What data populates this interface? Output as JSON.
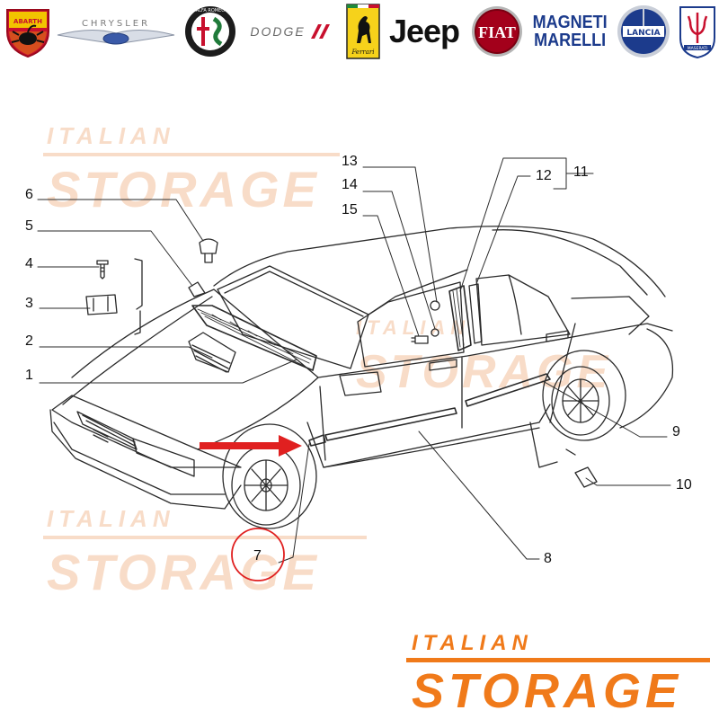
{
  "brands": {
    "abarth": "ABARTH",
    "chrysler": "CHRYSLER",
    "alfa_romeo": "ALFA ROMEO",
    "dodge": "DODGE",
    "ferrari": "Ferrari",
    "jeep": "Jeep",
    "fiat": "FIAT",
    "magneti_line1": "MAGNETI",
    "magneti_line2": "MARELLI",
    "lancia": "LANCIA",
    "maserati": "MASERATI"
  },
  "callouts": [
    "1",
    "2",
    "3",
    "4",
    "5",
    "6",
    "7",
    "8",
    "9",
    "10",
    "11",
    "12",
    "13",
    "14",
    "15"
  ],
  "highlighted_part": "7",
  "watermark": {
    "line1": "ITALIAN",
    "line2": "STORAGE"
  },
  "footer_logo": {
    "line1": "ITALIAN",
    "line2": "STORAGE"
  },
  "colors": {
    "brand_orange": "#f07a1a",
    "watermark_tint": "#f8dcc8",
    "highlight_red": "#e02020",
    "line_art": "#2a2a2a"
  }
}
